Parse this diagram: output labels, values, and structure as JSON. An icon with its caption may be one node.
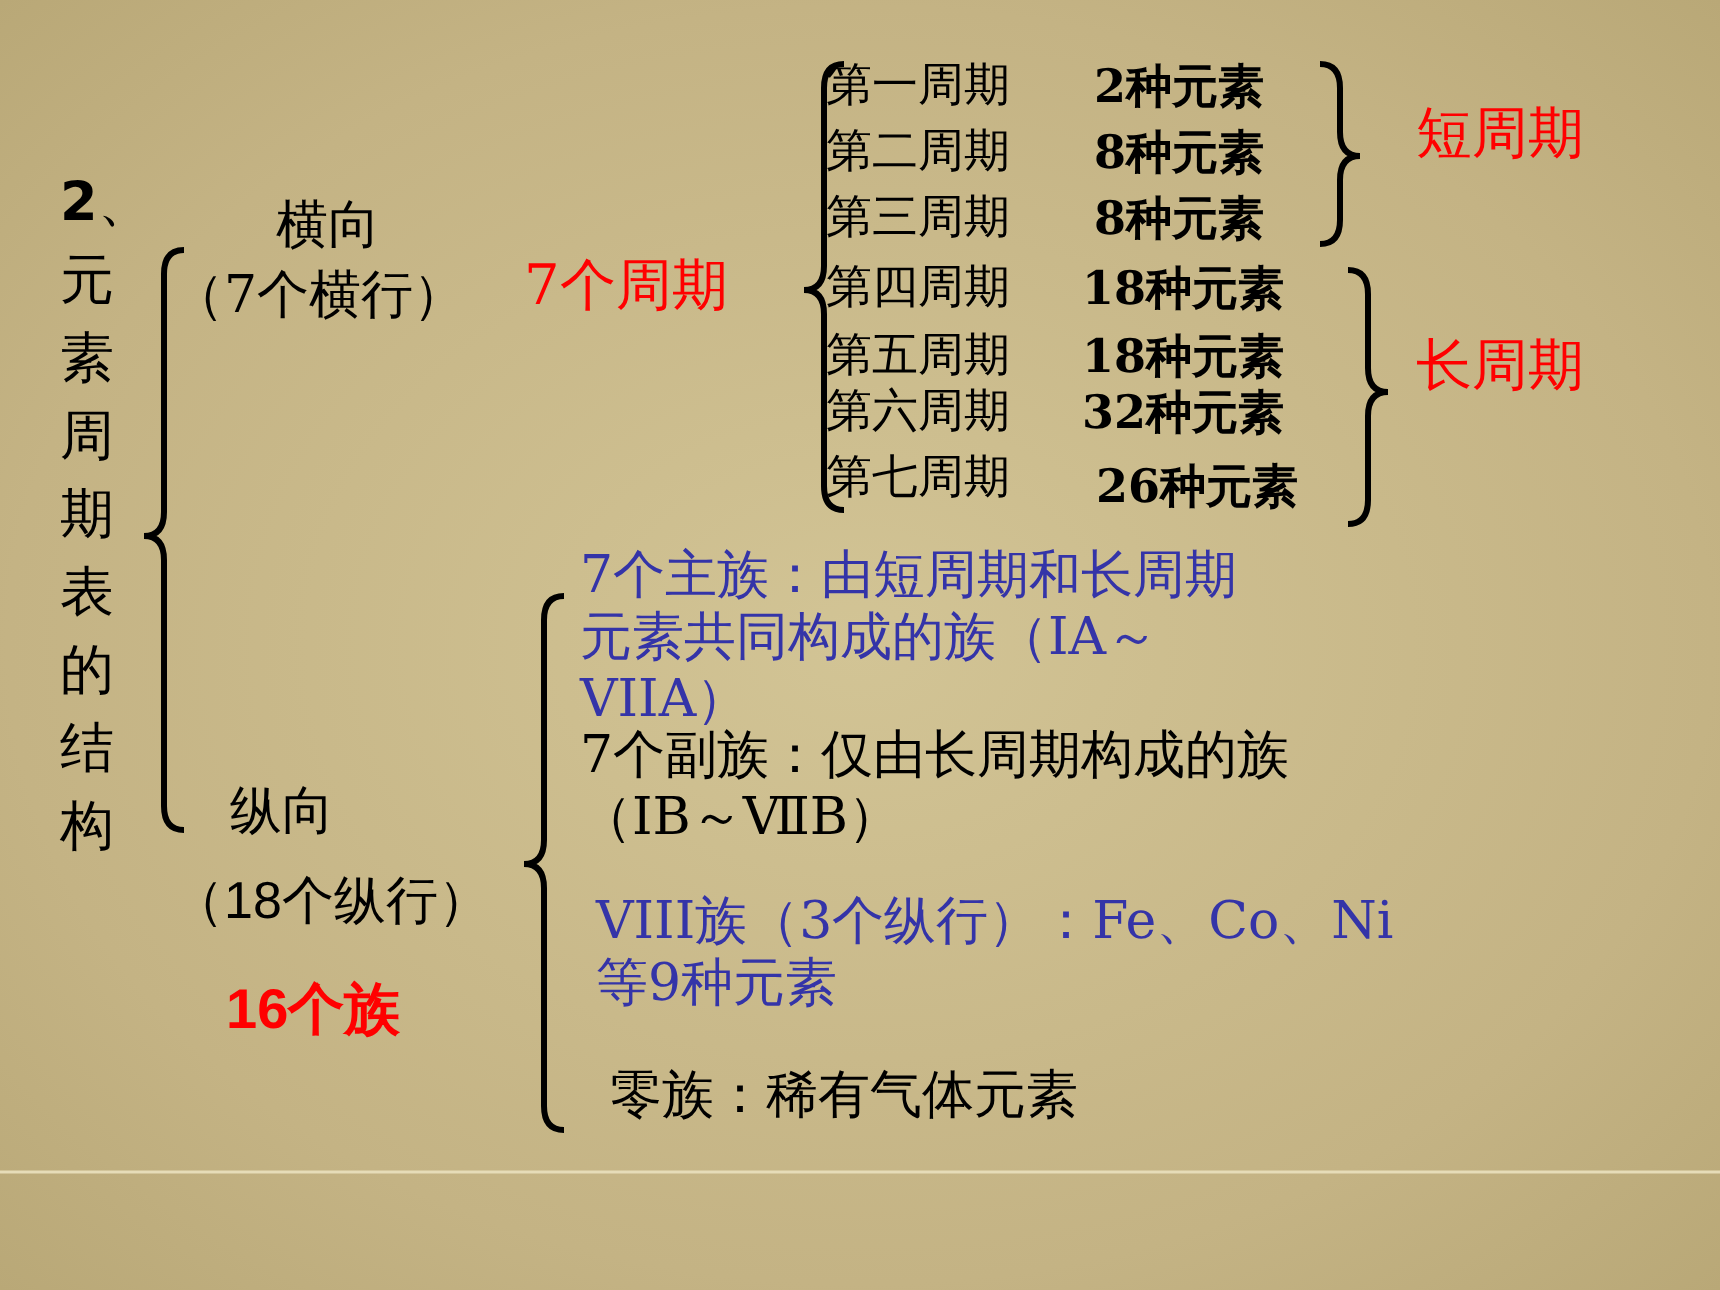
{
  "diagram": {
    "title": "**2**、元素周期表的结构",
    "labels": [
      "横向",
      "（7个横行）",
      "7个周期",
      "第一周期",
      "2种元素",
      "第二周期",
      "8种元素",
      "短周期",
      "第三周期",
      "8种元素",
      "第四周期",
      "18种元素",
      "第五周期",
      "18种元素",
      "长周期",
      "第六周期",
      "32种元素",
      "第七周期",
      "26种元素",
      "7个主族：由短周期和长周期元素共同构成的族（IA～VIIA）",
      "纵向",
      "7个副族：仅由长周期构成的族（ⅠB～ⅦB）",
      "（18个纵行）",
      "VIII族（3个纵行）：Fe、Co、Ni等9种元素",
      "16个族",
      "零族：稀有气体元素"
    ]
  }
}
